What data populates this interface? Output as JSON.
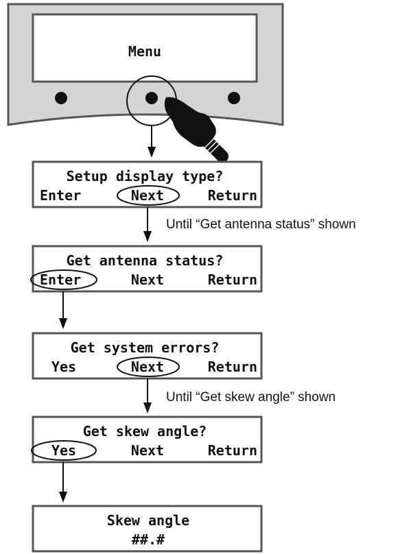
{
  "device": {
    "display_text": "Menu"
  },
  "screens": [
    {
      "line1": "Setup display type?",
      "left": "Enter",
      "middle": "Next",
      "right": "Return"
    },
    {
      "line1": "Get antenna status?",
      "left": "Enter",
      "middle": "Next",
      "right": "Return"
    },
    {
      "line1": "Get system errors?",
      "left": "Yes",
      "middle": "Next",
      "right": "Return"
    },
    {
      "line1": "Get skew angle?",
      "left": "Yes",
      "middle": "Next",
      "right": "Return"
    },
    {
      "line1": "Skew angle",
      "line2": "##.#"
    }
  ],
  "notes": {
    "until_antenna": "Until “Get antenna status” shown",
    "until_skew": "Until “Get skew angle” shown"
  },
  "colors": {
    "panel_gray": "#d4d4d4",
    "border_gray": "#555555",
    "ink": "#111111"
  },
  "icons": [
    "knob-icon",
    "pointing-hand-icon",
    "arrow-down-icon"
  ]
}
